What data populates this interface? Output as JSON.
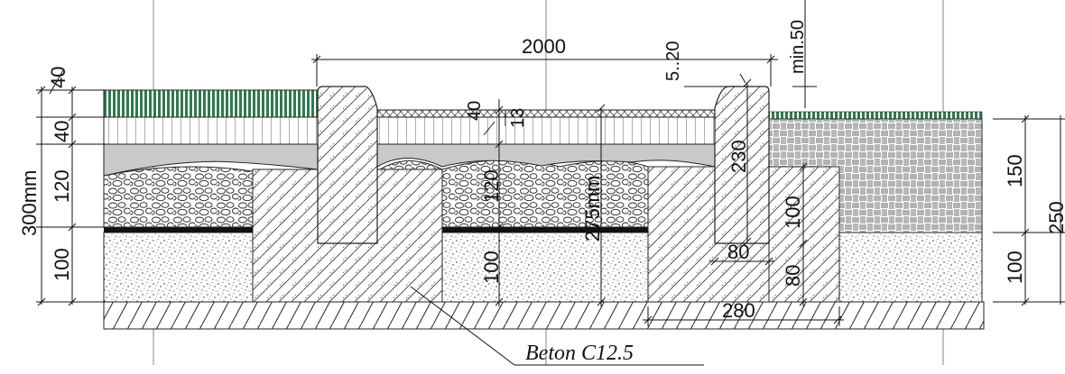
{
  "labels": {
    "left_40_top": "40",
    "left_40_mid": "40",
    "left_120": "120",
    "left_100": "100",
    "left_total": "300mm",
    "width_2000": "2000",
    "range_5_20": "5..20",
    "min_50": "min.50",
    "lbl_40_inner": "40",
    "lbl_13": "13",
    "lbl_120_center": "120",
    "lbl_100_center": "100",
    "lbl_275": "275mm",
    "lbl_230": "230",
    "lbl_80_curb": "80",
    "lbl_100_right": "100",
    "lbl_80_right": "80",
    "lbl_280": "280",
    "right_150": "150",
    "right_100": "100",
    "right_250": "250",
    "concrete_note": "Beton C12.5"
  }
}
